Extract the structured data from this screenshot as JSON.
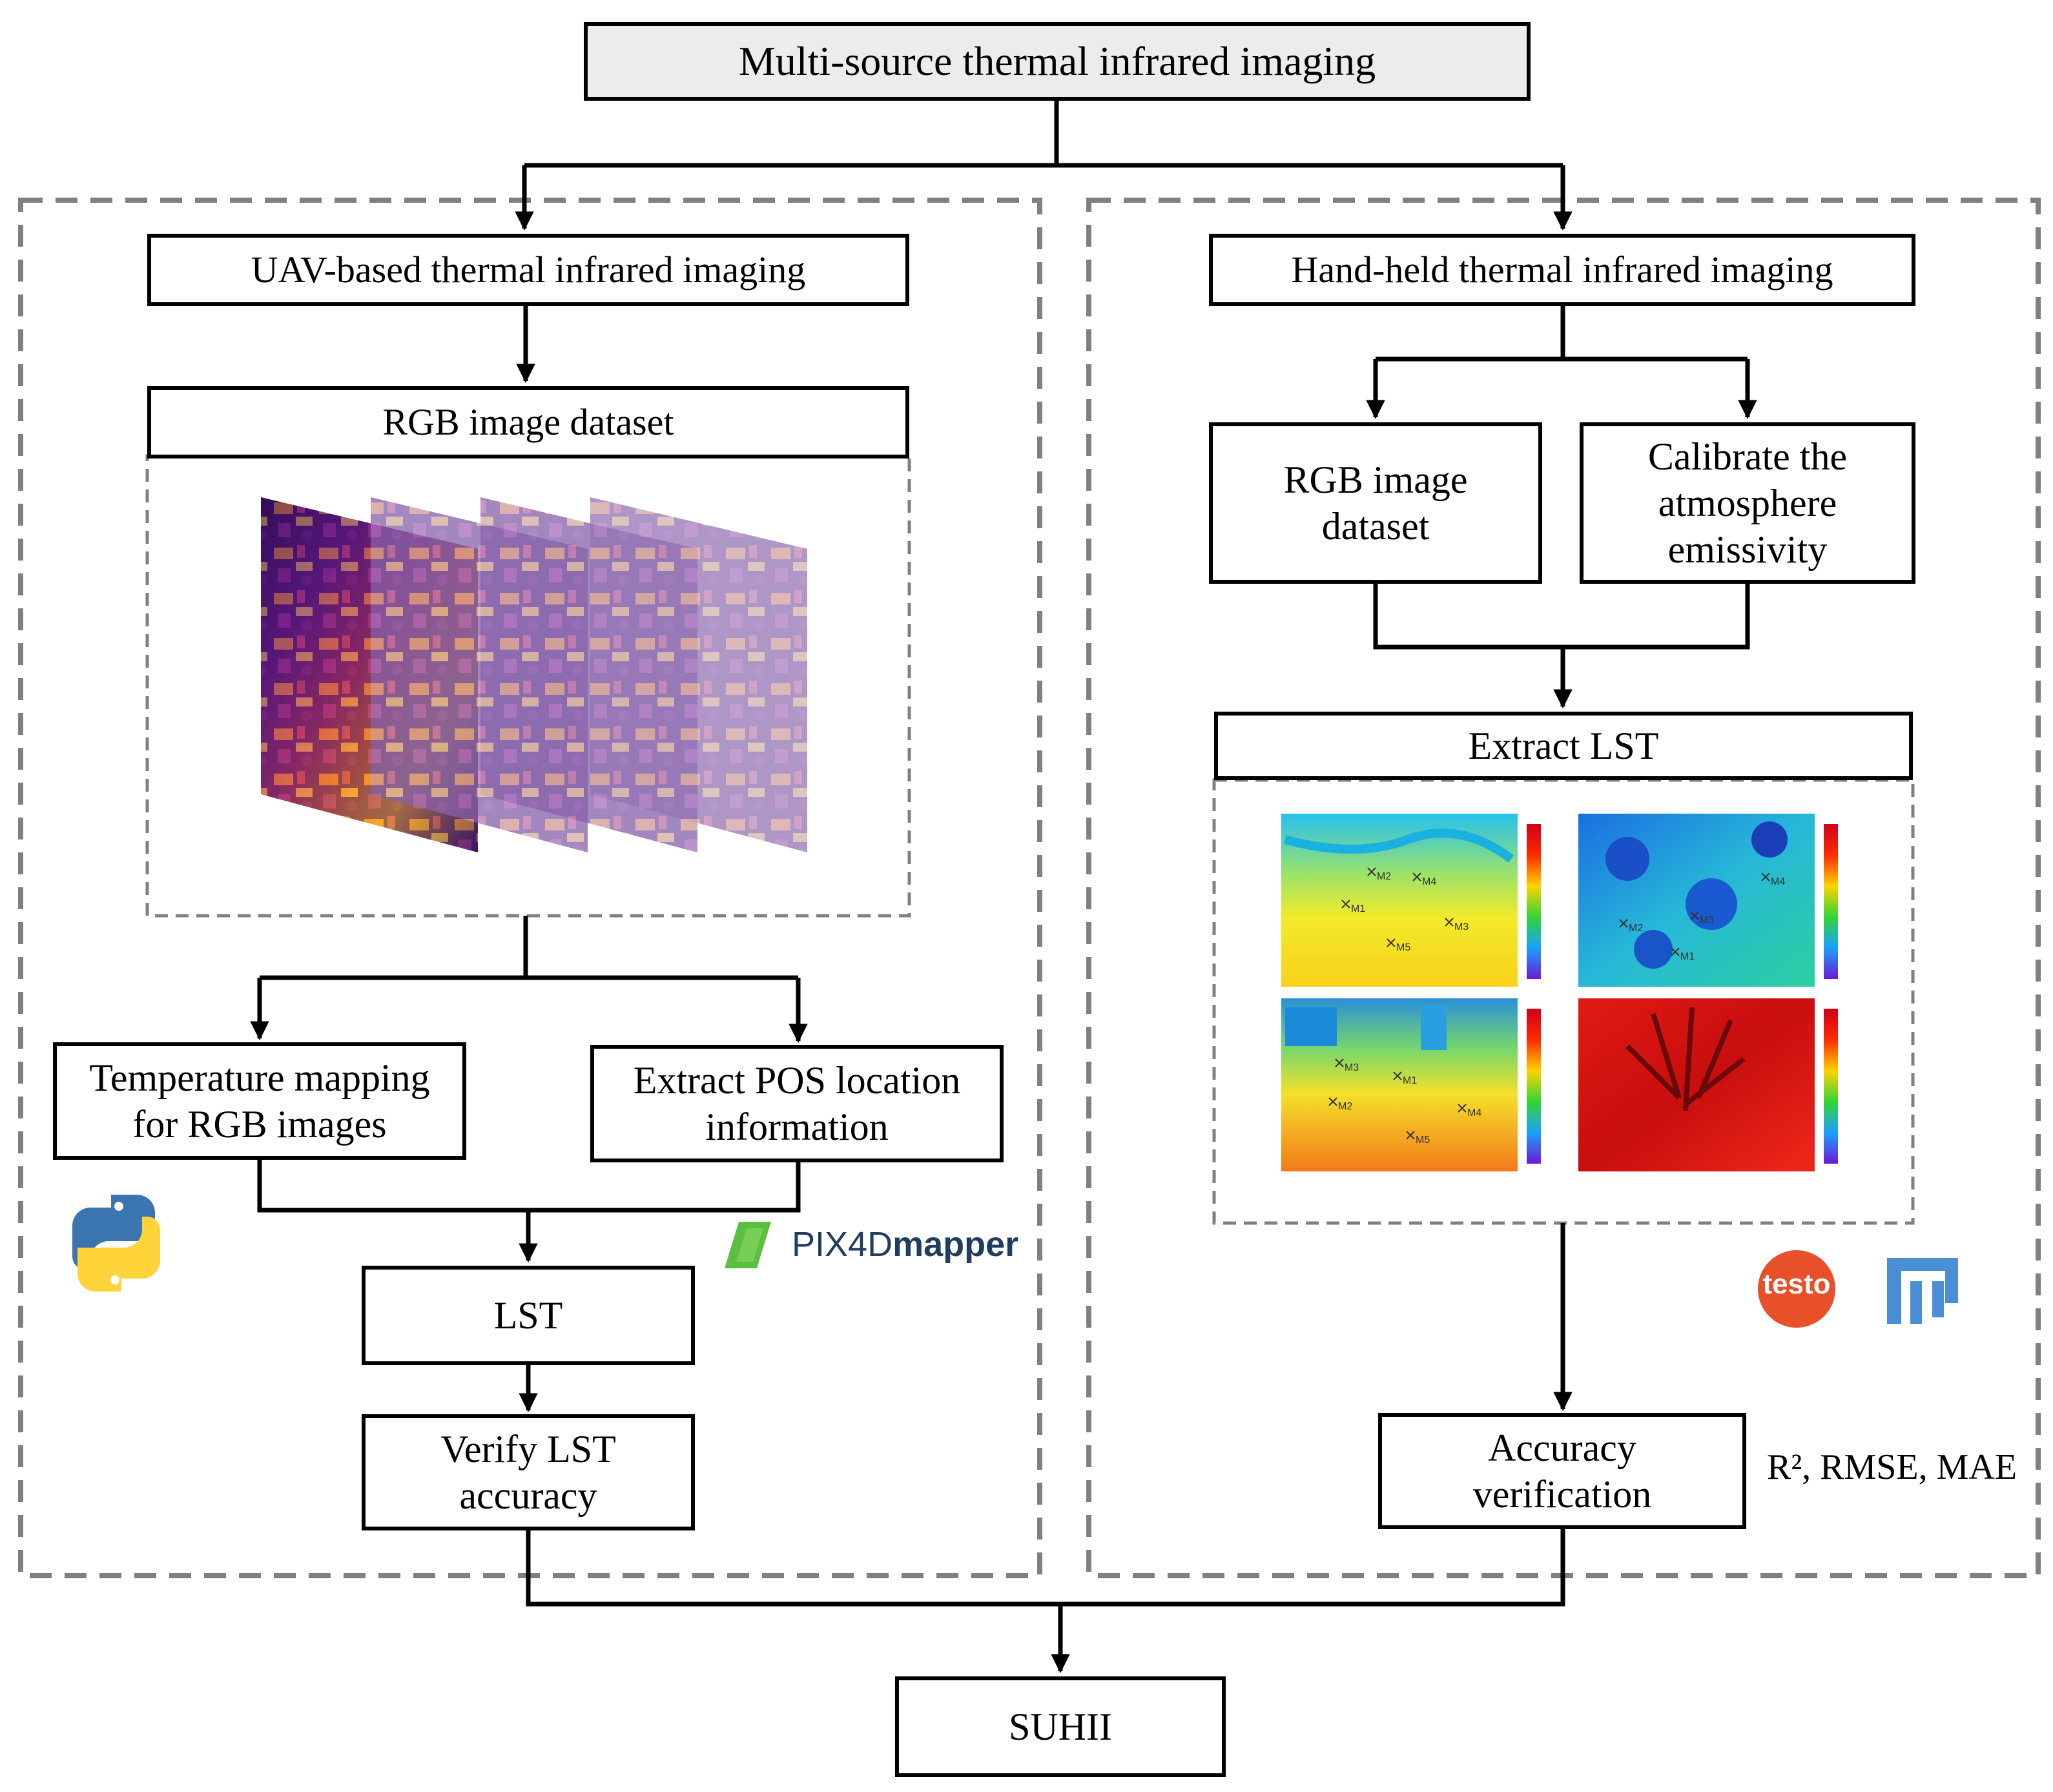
{
  "nodes": {
    "top": "Multi-source thermal infrared imaging",
    "uav": "UAV-based thermal infrared imaging",
    "uav_rgb": "RGB image dataset",
    "temp_map": "Temperature mapping\nfor RGB images",
    "extract_pos": "Extract POS location\ninformation",
    "lst": "LST",
    "verify": "Verify LST\naccuracy",
    "handheld": "Hand-held thermal infrared imaging",
    "hh_rgb": "RGB image\ndataset",
    "calibrate": "Calibrate the\natmosphere\nemissivity",
    "extract_lst": "Extract LST",
    "accuracy": "Accuracy\nverification",
    "suhii": "SUHII"
  },
  "metrics": "R², RMSE, MAE",
  "logos": {
    "pix4d_light": "PIX4D",
    "pix4d_bold": "mapper",
    "testo": "testo",
    "python_icon": "python-logo",
    "flir_icon": "thermal-software-logo"
  },
  "thermal_panels": [
    {
      "markers": [
        "M2",
        "M4",
        "M1",
        "M3",
        "M5"
      ]
    },
    {
      "markers": [
        "M4",
        "M2",
        "M3",
        "M1"
      ]
    },
    {
      "markers": [
        "M3",
        "M1",
        "M2",
        "M4",
        "M5"
      ]
    },
    {
      "markers": []
    }
  ],
  "colors": {
    "line": "#000000",
    "dashed": "#7f7f7f",
    "title_fill": "#ececec",
    "python_blue": "#3a75b0",
    "python_yellow": "#ffd43b",
    "pix4d_green": "#5bbf3f",
    "pix4d_text": "#1f3d5c",
    "testo_red": "#e8502a",
    "flir_blue": "#4a8fd6"
  }
}
